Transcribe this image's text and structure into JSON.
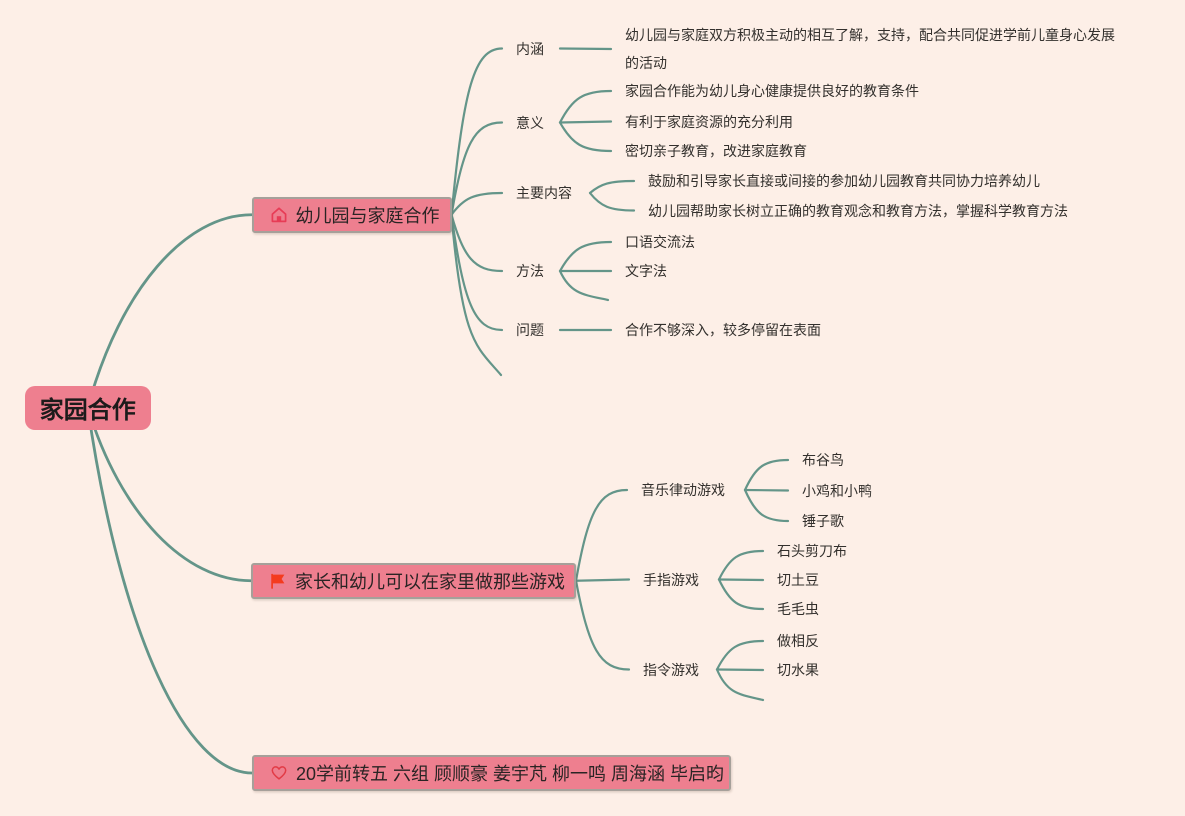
{
  "title": "家园合作",
  "colors": {
    "background": "#fdefe7",
    "node_fill": "#ee7f8f",
    "node_border": "#a6a09a",
    "branch_line": "#649589",
    "root_text": "#1d1b1b",
    "node_text": "#2a2424",
    "text": "#33302d",
    "home_icon": "#e73c56",
    "flag_icon": "#f43b1e",
    "heart_icon": "#e23b46"
  },
  "root": {
    "label": "家园合作"
  },
  "branches": [
    {
      "label": "幼儿园与家庭合作",
      "icon": "home",
      "topics": [
        {
          "label": "内涵",
          "items": [
            {
              "label": "幼儿园与家庭双方积极主动的相互了解，支持，配合共同促进学前儿童身心发展的活动"
            }
          ]
        },
        {
          "label": "意义",
          "items": [
            {
              "label": "家园合作能为幼儿身心健康提供良好的教育条件"
            },
            {
              "label": "有利于家庭资源的充分利用"
            },
            {
              "label": "密切亲子教育，改进家庭教育"
            }
          ]
        },
        {
          "label": "主要内容",
          "items": [
            {
              "label": "鼓励和引导家长直接或间接的参加幼儿园教育共同协力培养幼儿"
            },
            {
              "label": "幼儿园帮助家长树立正确的教育观念和教育方法，掌握科学教育方法"
            }
          ]
        },
        {
          "label": "方法",
          "items": [
            {
              "label": "口语交流法"
            },
            {
              "label": "文字法"
            },
            {
              "label": ""
            }
          ]
        },
        {
          "label": "问题",
          "items": [
            {
              "label": "合作不够深入，较多停留在表面"
            }
          ]
        },
        {
          "label": ""
        }
      ]
    },
    {
      "label": "家长和幼儿可以在家里做那些游戏",
      "icon": "flag",
      "topics": [
        {
          "label": "音乐律动游戏",
          "items": [
            {
              "label": "布谷鸟"
            },
            {
              "label": "小鸡和小鸭"
            },
            {
              "label": "锤子歌"
            }
          ]
        },
        {
          "label": "手指游戏",
          "items": [
            {
              "label": "石头剪刀布"
            },
            {
              "label": "切土豆"
            },
            {
              "label": "毛毛虫"
            }
          ]
        },
        {
          "label": "指令游戏",
          "items": [
            {
              "label": "做相反"
            },
            {
              "label": "切水果"
            },
            {
              "label": ""
            }
          ]
        }
      ]
    },
    {
      "label": "20学前转五 六组 顾顺豪 姜宇芃 柳一鸣 周海涵 毕启昀",
      "icon": "heart",
      "topics": []
    }
  ]
}
